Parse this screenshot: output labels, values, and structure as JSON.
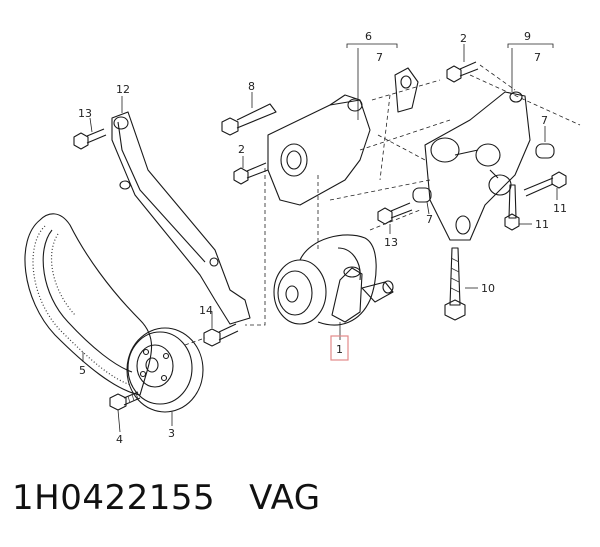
{
  "diagram": {
    "callouts": {
      "c1": "1",
      "c2a": "2",
      "c2b": "2",
      "c3": "3",
      "c4": "4",
      "c5": "5",
      "c6": "6",
      "c7a": "7",
      "c7b": "7",
      "c7c": "7",
      "c7d": "7",
      "c8": "8",
      "c9": "9",
      "c10": "10",
      "c11a": "11",
      "c11b": "11",
      "c12": "12",
      "c13a": "13",
      "c13b": "13",
      "c14": "14"
    },
    "highlight_color": "#e38a8a"
  },
  "caption": {
    "part_number": "1H0422155",
    "brand": "VAG"
  }
}
